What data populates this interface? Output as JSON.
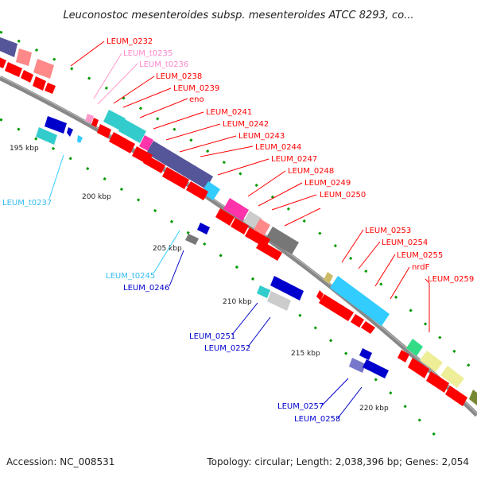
{
  "title": "Leuconostoc mesenteroides subsp. mesenteroides ATCC 8293, co...",
  "footer": {
    "accession": "Accession: NC_008531",
    "topology": "Topology: circular; Length: 2,038,396 bp; Genes: 2,054"
  },
  "colors": {
    "cds": "#ff0000",
    "trna": "#ff99cc",
    "trna_blue": "#33ccff",
    "minus_cds": "#0000cc",
    "cyan": "#33cccc",
    "navy": "#555599",
    "magenta": "#ff33aa",
    "gray": "#777777",
    "lightgray": "#cccccc",
    "khaki": "#eeee99",
    "green": "#33dd88",
    "pink": "#ff8888",
    "backbone": "#888888",
    "dots": "#009900"
  },
  "scale_ticks": [
    "195 kbp",
    "200 kbp",
    "205 kbp",
    "210 kbp",
    "215 kbp",
    "220 kbp"
  ],
  "labels": {
    "red": [
      "LEUM_0232",
      "LEUM_0238",
      "LEUM_0239",
      "eno",
      "LEUM_0241",
      "LEUM_0242",
      "LEUM_0243",
      "LEUM_0244",
      "LEUM_0247",
      "LEUM_0248",
      "LEUM_0249",
      "LEUM_0250",
      "LEUM_0253",
      "LEUM_0254",
      "LEUM_0255",
      "nrdF",
      "LEUM_0259"
    ],
    "pink": [
      "LEUM_t0235",
      "LEUM_t0236"
    ],
    "cyan": [
      "LEUM_t0237",
      "LEUM_t0245"
    ],
    "blue": [
      "LEUM_0246",
      "LEUM_0251",
      "LEUM_0252",
      "LEUM_0257",
      "LEUM_0258"
    ]
  }
}
